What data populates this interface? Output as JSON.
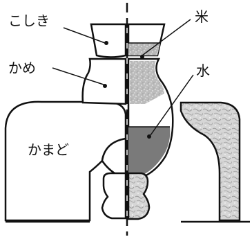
{
  "diagram": {
    "labels": {
      "koshiki": "こしき",
      "kame": "かめ",
      "kamado": "かまど",
      "rice": "米",
      "water": "水"
    }
  }
}
